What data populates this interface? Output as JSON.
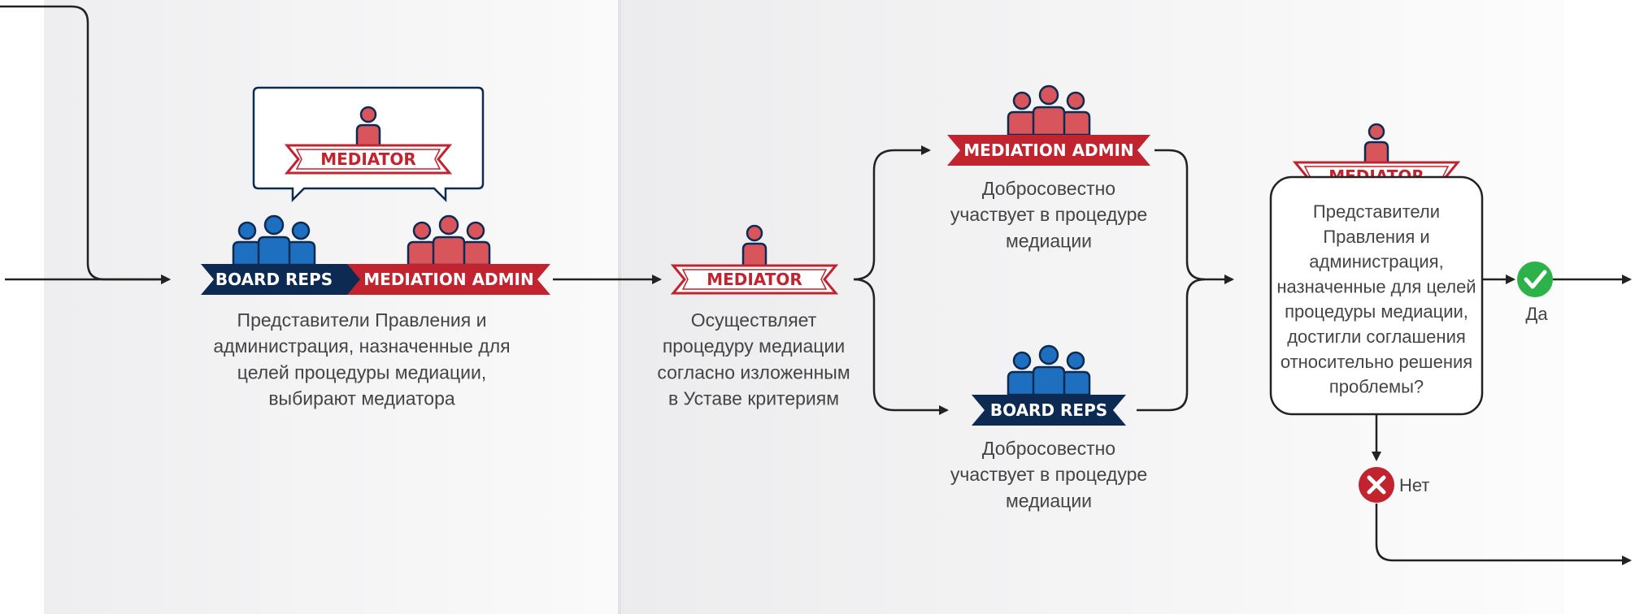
{
  "roles": {
    "board_reps": "BOARD REPS",
    "mediation_admin": "MEDIATION ADMIN",
    "mediator": "MEDIATOR"
  },
  "descriptions": {
    "select_mediator": [
      "Представители Правления и",
      "администрация, назначенные для",
      "целей процедуры медиации,",
      "выбирают медиатора"
    ],
    "mediator_conducts": [
      "Осуществляет",
      "процедуру медиации",
      "согласно изложенным",
      "в Уставе критериям"
    ],
    "admin_participates": [
      "Добросовестно",
      "участвует в процедуре",
      "медиации"
    ],
    "board_participates": [
      "Добросовестно",
      "участвует в процедуре",
      "медиации"
    ],
    "decision_question": [
      "Представители",
      "Правления и",
      "администрация,",
      "назначенные для целей",
      "процедуры медиации,",
      "достигли соглашения",
      "относительно решения",
      "проблемы?"
    ]
  },
  "outcomes": {
    "yes": "Да",
    "no": "Нет"
  },
  "colors": {
    "navy": "#0d2a52",
    "red": "#c1242f",
    "blue_figure": "#1e6fc0",
    "red_figure": "#d9555c",
    "arrow": "#222222",
    "yes_icon": "#2db24a",
    "no_icon": "#c1242f",
    "panel_gray": "#f2f2f3"
  }
}
